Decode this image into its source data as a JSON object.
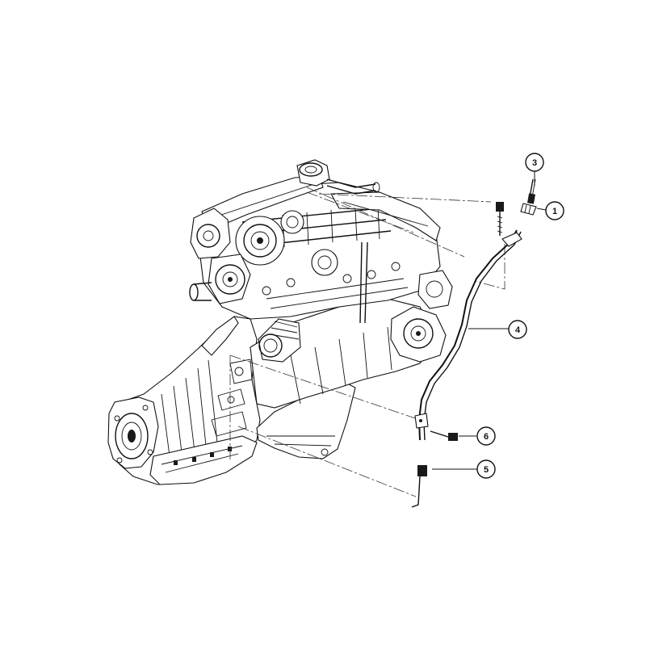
{
  "callouts": [
    {
      "id": "callout-1",
      "label": "1"
    },
    {
      "id": "callout-3",
      "label": "3"
    },
    {
      "id": "callout-4",
      "label": "4"
    },
    {
      "id": "callout-5",
      "label": "5"
    },
    {
      "id": "callout-6",
      "label": "6"
    }
  ],
  "colors": {
    "line": "#111111",
    "background": "#ffffff"
  }
}
